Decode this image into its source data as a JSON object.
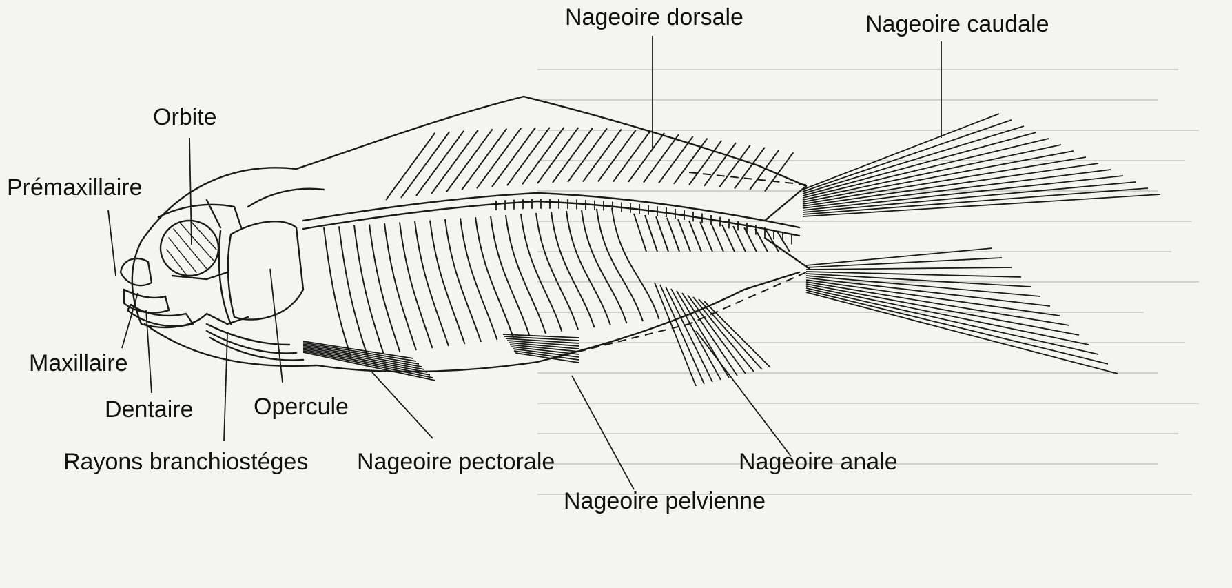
{
  "colors": {
    "ink": "#1a1a1a",
    "background": "#f4f4f2",
    "background_text": "#b5b5b5"
  },
  "labels": {
    "nageoire_dorsale": "Nageoire dorsale",
    "nageoire_caudale": "Nageoire caudale",
    "orbite": "Orbite",
    "premaxillaire": "Prémaxillaire",
    "maxillaire": "Maxillaire",
    "dentaire": "Dentaire",
    "opercule": "Opercule",
    "rayons_branchiostegues": "Rayons branchiostéges",
    "nageoire_pectorale": "Nageoire pectorale",
    "nageoire_anale": "Nageoire anale",
    "nageoire_pelvienne": "Nageoire pelvienne"
  }
}
